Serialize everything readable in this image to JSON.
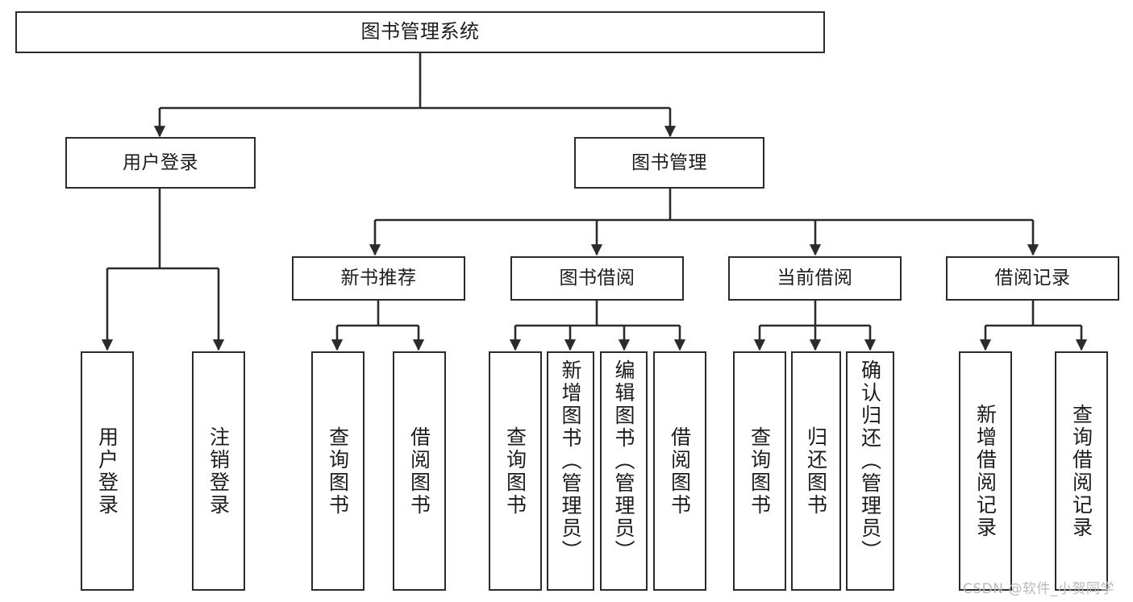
{
  "diagram": {
    "type": "tree-hierarchy",
    "title": "图书管理系统",
    "root": {
      "label": "图书管理系统"
    },
    "level1": [
      {
        "label": "用户登录"
      },
      {
        "label": "图书管理"
      }
    ],
    "level2": [
      {
        "label": "新书推荐"
      },
      {
        "label": "图书借阅"
      },
      {
        "label": "当前借阅"
      },
      {
        "label": "借阅记录"
      }
    ],
    "leaves": {
      "user_login": [
        {
          "label": "用户登录"
        },
        {
          "label": "注销登录"
        }
      ],
      "new_book_recommend": [
        {
          "label": "查询图书"
        },
        {
          "label": "借阅图书"
        }
      ],
      "book_borrow": [
        {
          "label": "查询图书"
        },
        {
          "label": "新增图书（管理员）"
        },
        {
          "label": "编辑图书（管理员）"
        },
        {
          "label": "借阅图书"
        }
      ],
      "current_borrow": [
        {
          "label": "查询图书"
        },
        {
          "label": "归还图书"
        },
        {
          "label": "确认归还（管理员）"
        }
      ],
      "borrow_records": [
        {
          "label": "新增借阅记录"
        },
        {
          "label": "查询借阅记录"
        }
      ]
    }
  },
  "watermark": {
    "text": "CSDN @软件_小贺同学"
  },
  "colors": {
    "box_border": "#2b2b2b",
    "box_fill": "#ffffff",
    "edge": "#2b2b2b",
    "text": "#1c1c1c",
    "watermark": "#b9b9b9",
    "background": "#ffffff"
  }
}
